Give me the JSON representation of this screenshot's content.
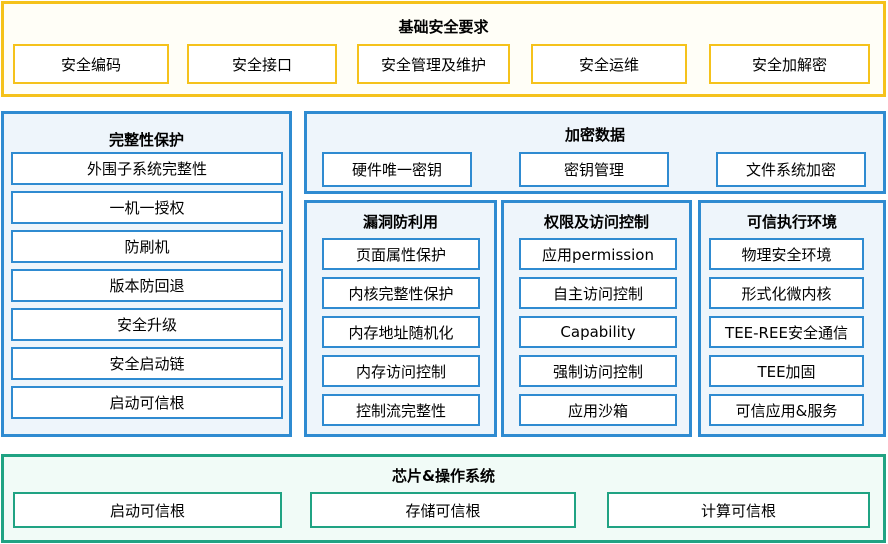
{
  "basic_security": {
    "title": "基础安全要求",
    "items": [
      "安全编码",
      "安全接口",
      "安全管理及维护",
      "安全运维",
      "安全加解密"
    ]
  },
  "integrity_protection": {
    "title": "完整性保护",
    "items": [
      "外围子系统完整性",
      "一机一授权",
      "防刷机",
      "版本防回退",
      "安全升级",
      "安全启动链",
      "启动可信根"
    ]
  },
  "encrypted_data": {
    "title": "加密数据",
    "items": [
      "硬件唯一密钥",
      "密钥管理",
      "文件系统加密"
    ]
  },
  "vulnerability_defense": {
    "title": "漏洞防利用",
    "items": [
      "页面属性保护",
      "内核完整性保护",
      "内存地址随机化",
      "内存访问控制",
      "控制流完整性"
    ]
  },
  "access_control": {
    "title": "权限及访问控制",
    "items": [
      "应用permission",
      "自主访问控制",
      "Capability",
      "强制访问控制",
      "应用沙箱"
    ]
  },
  "trusted_env": {
    "title": "可信执行环境",
    "items": [
      "物理安全环境",
      "形式化微内核",
      "TEE-REE安全通信",
      "TEE加固",
      "可信应用&服务"
    ]
  },
  "chip_os": {
    "title": "芯片&操作系统",
    "items": [
      "启动可信根",
      "存储可信根",
      "计算可信根"
    ]
  },
  "colors": {
    "gold_border": "#f5c21b",
    "blue_border": "#2f8bd1",
    "green_border": "#20a383"
  }
}
